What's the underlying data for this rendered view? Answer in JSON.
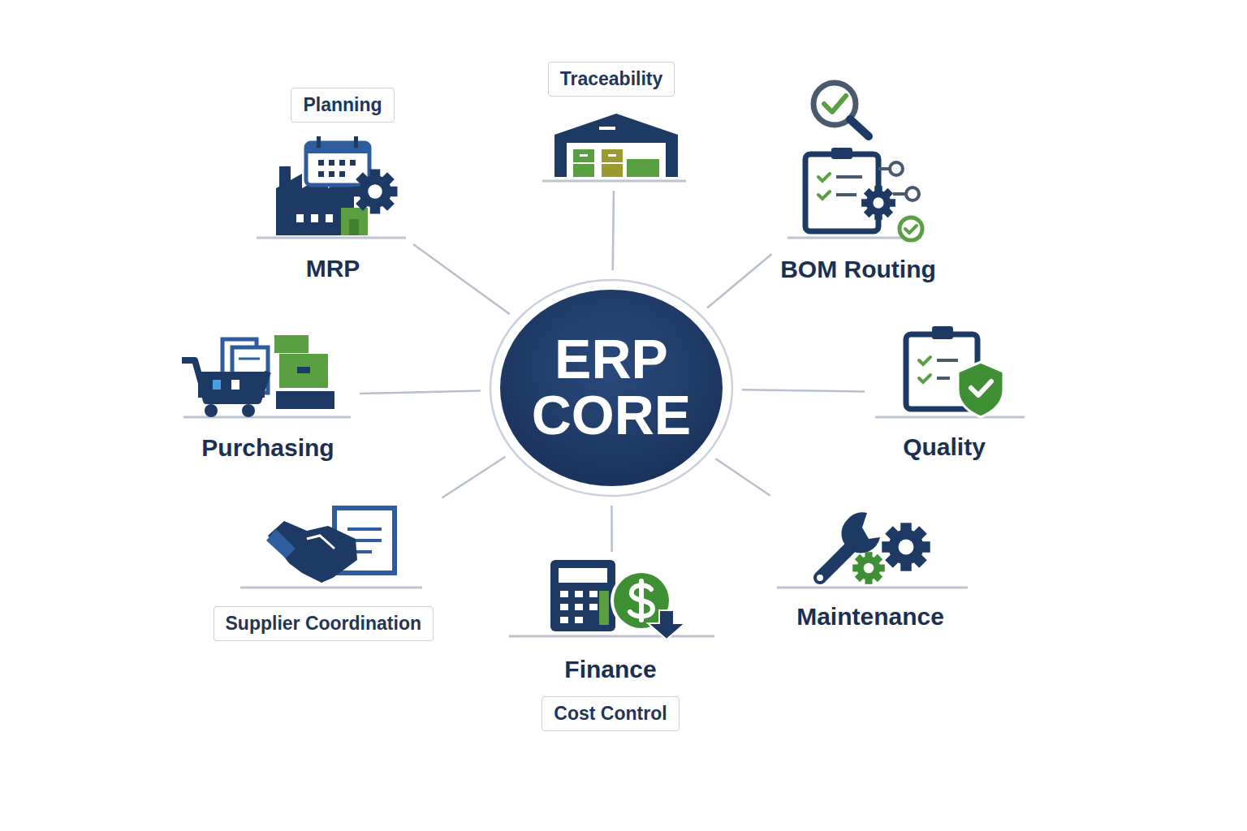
{
  "diagram": {
    "nodes": [
      {
        "text": [
          "ERP CORE"
        ]
      },
      {
        "text": [
          "Planning",
          "MRP"
        ]
      },
      {
        "text": [
          "Traceability"
        ]
      },
      {
        "text": [
          "BOM Routing"
        ]
      },
      {
        "text": [
          "Purchasing"
        ]
      },
      {
        "text": [
          "Quality"
        ]
      },
      {
        "text": [
          "Supplier Coordination"
        ]
      },
      {
        "text": [
          "Finance",
          "Cost Control"
        ]
      },
      {
        "text": [
          "Maintenance"
        ]
      }
    ],
    "edges": [
      {
        "from": 0,
        "to": 1,
        "arrow": "none"
      },
      {
        "from": 0,
        "to": 2,
        "arrow": "none"
      },
      {
        "from": 0,
        "to": 3,
        "arrow": "none"
      },
      {
        "from": 0,
        "to": 4,
        "arrow": "none"
      },
      {
        "from": 0,
        "to": 5,
        "arrow": "none"
      },
      {
        "from": 0,
        "to": 6,
        "arrow": "none"
      },
      {
        "from": 0,
        "to": 7,
        "arrow": "none"
      },
      {
        "from": 0,
        "to": 8,
        "arrow": "none"
      }
    ]
  }
}
